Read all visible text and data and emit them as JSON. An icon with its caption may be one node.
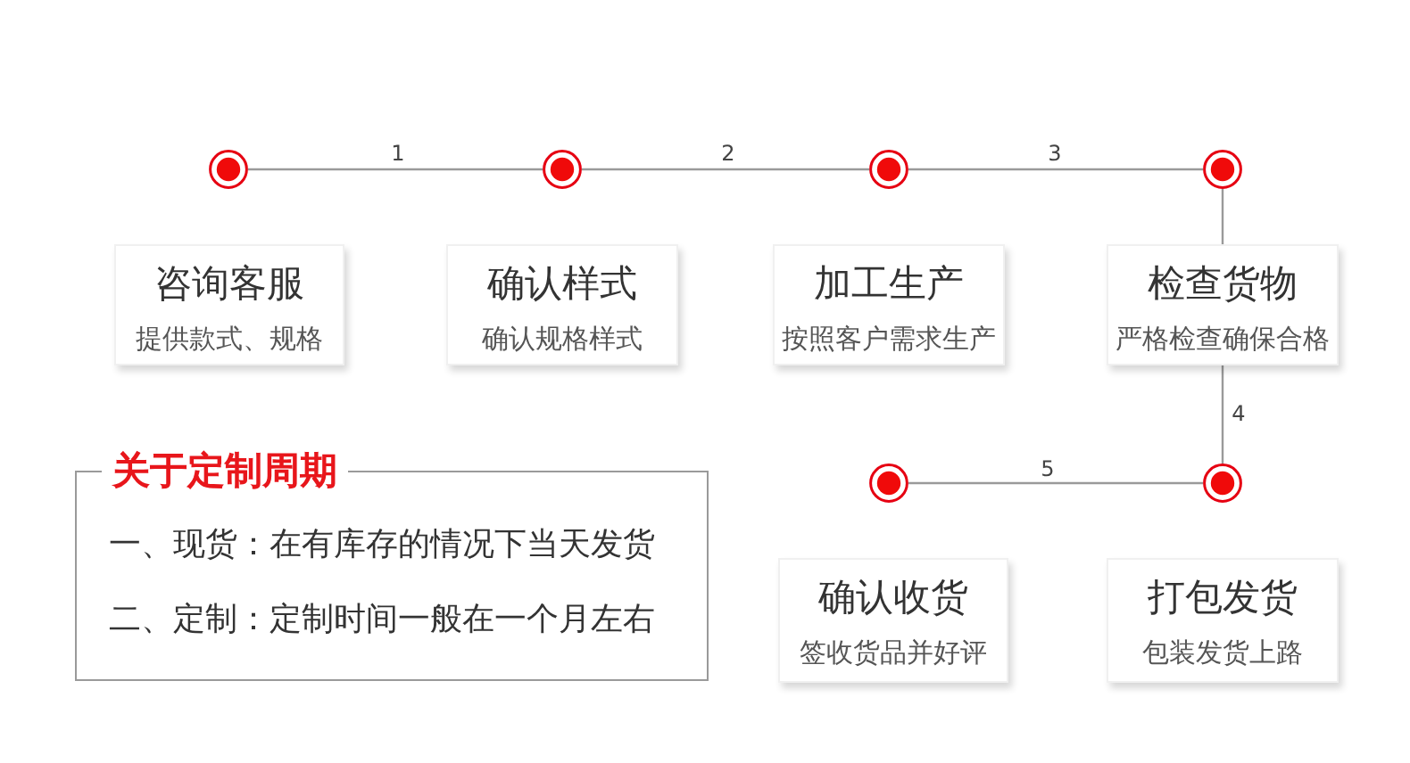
{
  "diagram": {
    "nodes": [
      {
        "text": [],
        "shape": "circle"
      },
      {
        "text": [],
        "shape": "circle"
      },
      {
        "text": [],
        "shape": "circle"
      },
      {
        "text": [],
        "shape": "circle"
      },
      {
        "text": [
          "咨询客服",
          "提供款式、规格"
        ]
      },
      {
        "text": [
          "确认样式",
          "确认规格样式"
        ]
      },
      {
        "text": [
          "加工生产",
          "按照客户需求生产"
        ]
      },
      {
        "text": [
          "检查货物",
          "严格检查确保合格"
        ]
      },
      {
        "text": [
          "关于定制周期",
          "一、现货：在有库存的情况下当天发货",
          "二、定制：定制时间一般在一个月左右"
        ]
      },
      {
        "text": [],
        "shape": "circle"
      },
      {
        "text": [],
        "shape": "circle"
      },
      {
        "text": [
          "确认收货",
          "签收货品并好评"
        ]
      },
      {
        "text": [
          "打包发货",
          "包装发货上路"
        ]
      }
    ],
    "edges": [
      {
        "from": 0,
        "to": 1,
        "arrow": "none",
        "label": "1"
      },
      {
        "from": 1,
        "to": 2,
        "arrow": "none",
        "label": "2"
      },
      {
        "from": 2,
        "to": 3,
        "arrow": "none",
        "label": "3"
      },
      {
        "from": 3,
        "to": 7,
        "arrow": "none"
      },
      {
        "from": 7,
        "to": 10,
        "arrow": "none",
        "label": "4"
      },
      {
        "from": 10,
        "to": 9,
        "arrow": "none",
        "label": "5"
      }
    ]
  }
}
